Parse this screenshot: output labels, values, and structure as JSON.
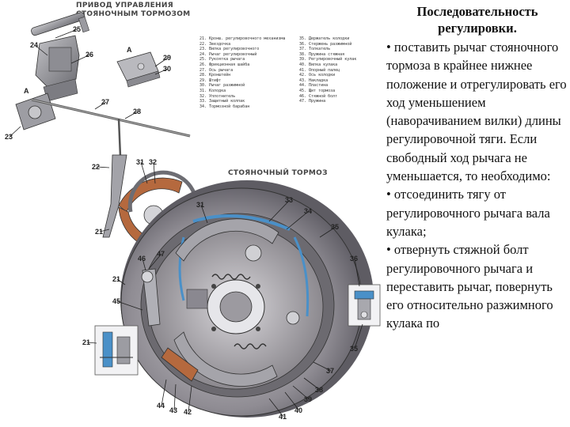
{
  "diagram": {
    "header_top": "ПРИВОД УПРАВЛЕНИЯ\nСТОЯНОЧНЫМ ТОРМОЗОМ",
    "header_mid": "СТОЯНОЧНЫЙ ТОРМОЗ",
    "view_label": "А",
    "callouts": [
      "25",
      "24",
      "26",
      "29",
      "30",
      "23",
      "27",
      "28",
      "22",
      "31",
      "32",
      "21",
      "33",
      "34",
      "35",
      "31",
      "36",
      "47",
      "46",
      "21",
      "45",
      "21",
      "44",
      "43",
      "42",
      "41",
      "40",
      "39",
      "38",
      "37",
      "35"
    ],
    "legend_left": [
      "21. Кронш. регулировочного механизма",
      "22. Звездочка",
      "23. Вилка регулировочного",
      "24. Рычаг регулировочный",
      "25. Рукоятка рычага",
      "26. Фрикционная шайба",
      "27. Ось рычага",
      "28. Кронштейн",
      "29. Штифт",
      "30. Рычаг разжимной",
      "31. Колодка",
      "32. Уплотнитель",
      "33. Защитный колпак",
      "34. Тормозной барабан"
    ],
    "legend_right": [
      "35. Держатель колодки",
      "36. Стержень разжимной",
      "37. Толкатель",
      "38. Пружина стяжная",
      "39. Регулировочный кулак",
      "40. Вилка кулака",
      "41. Опорный палец",
      "42. Ось колодки",
      "43. Накладка",
      "44. Пластина",
      "45. Щит тормоза",
      "46. Стяжной болт",
      "47. Пружина"
    ]
  },
  "panel": {
    "title": "Последовательность регулировки.",
    "steps": [
      "• поставить рычаг стояночного тормоза в крайнее нижнее положение и отрегулировать его ход уменьшением (наворачиванием вилки) длины регулировочной тяги. Если свободный ход рычага не уменьшается, то необходимо:",
      "• отсоединить тягу от регулировочного рычага вала кулака;",
      "• отвернуть стяжной болт регулировочного рычага и переставить рычаг, повернуть его относительно разжимного кулака по"
    ]
  },
  "colors": {
    "drum": "#8c8a8e",
    "lining": "#b5693e",
    "highlight": "#4a90c8",
    "steel": "#a8a8ad"
  }
}
